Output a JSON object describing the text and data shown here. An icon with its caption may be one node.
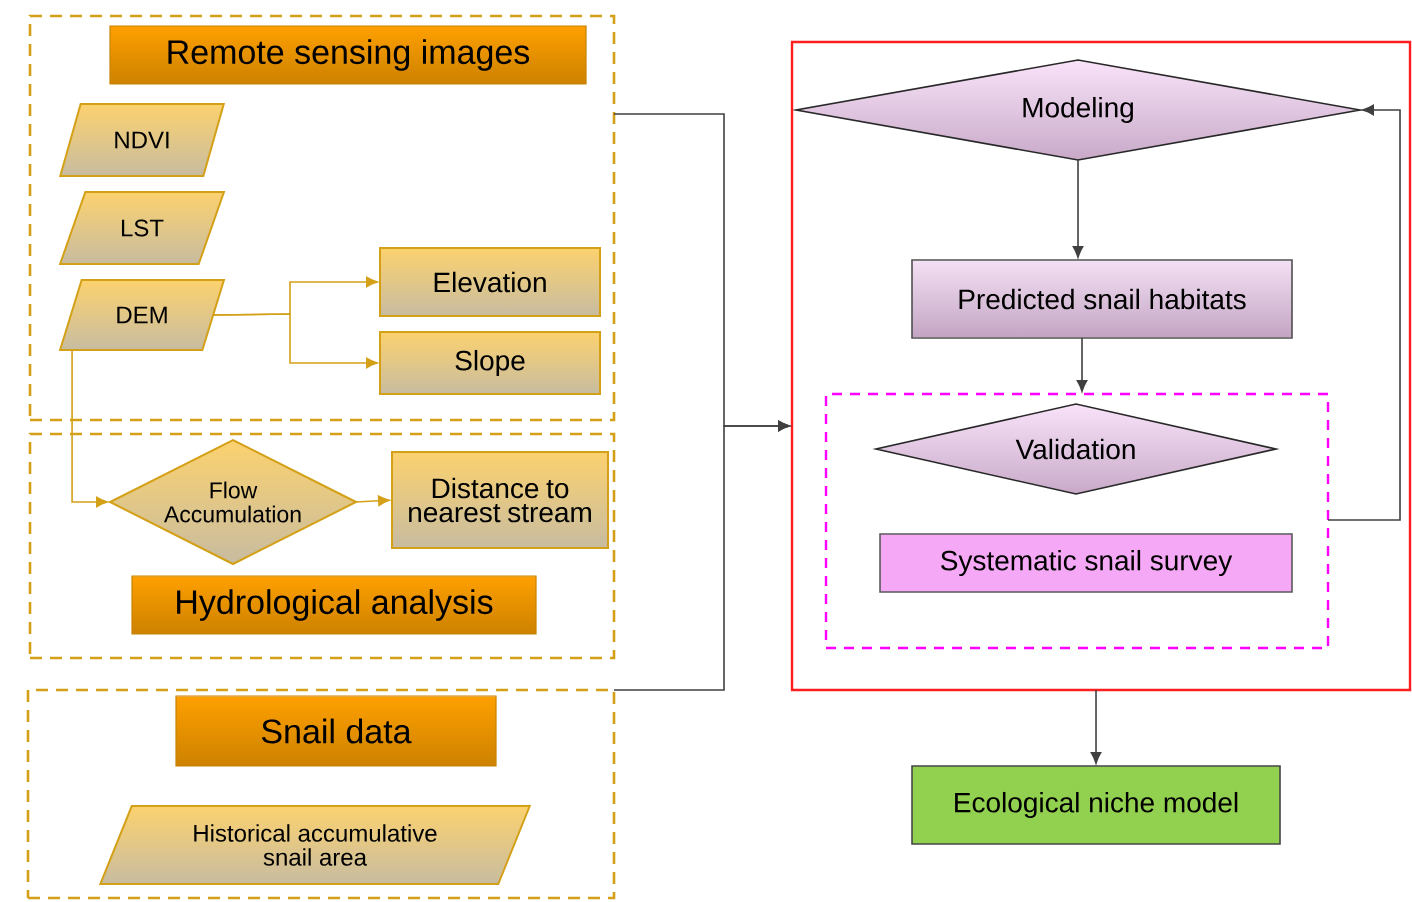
{
  "diagram": {
    "nodes": [
      {
        "text": [],
        "shape": "box"
      },
      {
        "text": [
          "Remote sensing images"
        ],
        "in": 0
      },
      {
        "text": [
          "NDVI"
        ],
        "in": 0
      },
      {
        "text": [
          "LST"
        ],
        "in": 0
      },
      {
        "text": [
          "DEM"
        ],
        "in": 0
      },
      {
        "text": [
          "Elevation"
        ],
        "in": 0
      },
      {
        "text": [
          "Slope"
        ],
        "in": 0
      },
      {
        "text": [],
        "shape": "box"
      },
      {
        "text": [
          "Flow Accumulation"
        ],
        "in": 7
      },
      {
        "text": [
          "Distance to nearest stream"
        ],
        "in": 7
      },
      {
        "text": [
          "Hydrological analysis"
        ],
        "in": 7
      },
      {
        "text": [],
        "shape": "box"
      },
      {
        "text": [
          "Snail data"
        ],
        "in": 11
      },
      {
        "text": [
          "Historical accumulative snail area"
        ],
        "in": 11
      },
      {
        "text": [],
        "shape": "box"
      },
      {
        "text": [
          "Modeling"
        ],
        "in": 14
      },
      {
        "text": [
          "Predicted snail habitats"
        ],
        "in": 14
      },
      {
        "text": [],
        "shape": "box",
        "in": 14
      },
      {
        "text": [
          "Validation"
        ],
        "in": 17
      },
      {
        "text": [
          "Systematic snail survey"
        ],
        "in": 17
      },
      {
        "text": [
          "Ecological niche model"
        ]
      }
    ],
    "edges": [
      {
        "from": 4,
        "to": 5,
        "arrow": "to",
        "color": "#d4a017"
      },
      {
        "from": 4,
        "to": 6,
        "arrow": "to",
        "color": "#d4a017"
      },
      {
        "from": 4,
        "to": 8,
        "arrow": "to",
        "color": "#d4a017"
      },
      {
        "from": 8,
        "to": 9,
        "arrow": "to",
        "color": "#d4a017"
      },
      {
        "from": 0,
        "to": 14,
        "arrow": "to"
      },
      {
        "from": 11,
        "to": 14,
        "arrow": "to"
      },
      {
        "from": 15,
        "to": 16,
        "arrow": "to"
      },
      {
        "from": 16,
        "to": 17,
        "arrow": "to"
      },
      {
        "from": 17,
        "to": 15,
        "arrow": "to"
      },
      {
        "from": 14,
        "to": 20,
        "arrow": "to"
      }
    ]
  }
}
